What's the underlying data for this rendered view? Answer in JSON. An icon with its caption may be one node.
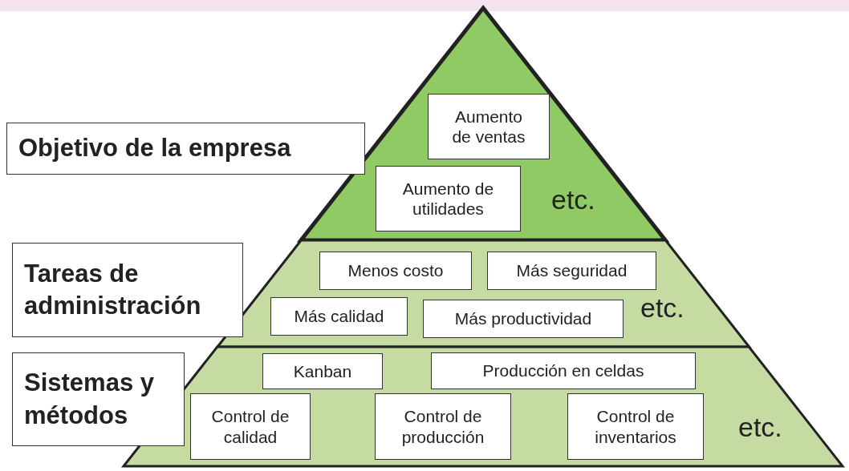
{
  "diagram": {
    "nodes": [
      {
        "text": [
          "Objetivo de la empresa"
        ]
      },
      {
        "text": [
          "etc."
        ]
      },
      {
        "text": [
          "Aumento de ventas"
        ],
        "in": 1
      },
      {
        "text": [
          "Aumento de utilidades"
        ],
        "in": 1
      },
      {
        "text": [
          "Tareas de administración"
        ]
      },
      {
        "text": [
          "etc."
        ]
      },
      {
        "text": [
          "Menos costo"
        ],
        "in": 5
      },
      {
        "text": [
          "Más seguridad"
        ],
        "in": 5
      },
      {
        "text": [
          "Más calidad"
        ],
        "in": 5
      },
      {
        "text": [
          "Más productividad"
        ],
        "in": 5
      },
      {
        "text": [
          "Sistemas y métodos"
        ]
      },
      {
        "text": [
          "etc."
        ]
      },
      {
        "text": [
          "Kanban"
        ],
        "in": 11
      },
      {
        "text": [
          "Producción en celdas"
        ],
        "in": 11
      },
      {
        "text": [
          "Control de calidad"
        ],
        "in": 11
      },
      {
        "text": [
          "Control de producción"
        ],
        "in": 11
      },
      {
        "text": [
          "Control de inventarios"
        ],
        "in": 11
      }
    ]
  }
}
